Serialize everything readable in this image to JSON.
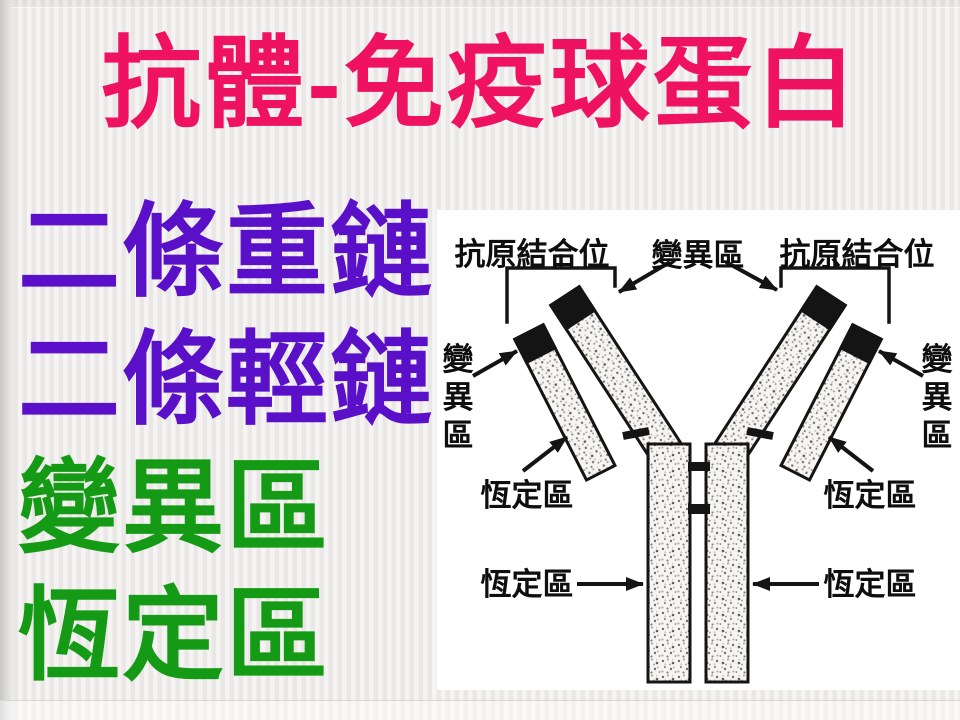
{
  "slide": {
    "title": "抗體-免疫球蛋白",
    "bullets": [
      {
        "text": "二條重鏈"
      },
      {
        "text": "二條輕鏈"
      },
      {
        "text": "變異區"
      },
      {
        "text": "恆定區"
      }
    ]
  },
  "diagram": {
    "top_labels": {
      "antigen_binding_site_left": "抗原結合位",
      "variable_region": "變異區",
      "antigen_binding_site_right": "抗原結合位"
    },
    "side_labels": {
      "variable_region_left_chars": [
        "變",
        "異",
        "區"
      ],
      "variable_region_right_chars": [
        "變",
        "異",
        "區"
      ]
    },
    "mid_labels": {
      "constant_region_left": "恆定區",
      "constant_region_right": "恆定區",
      "constant_region_lower_left": "恆定區",
      "constant_region_lower_right": "恆定區"
    }
  },
  "colors": {
    "title_text": "#ee1261",
    "chain_text": "#5a0fc8",
    "region_text": "#149a14",
    "diagram_ink": "#141414",
    "panel_background": "#ffffff",
    "stripe_light": "#f5f4f2",
    "stripe_dark": "#e9e8e6"
  }
}
